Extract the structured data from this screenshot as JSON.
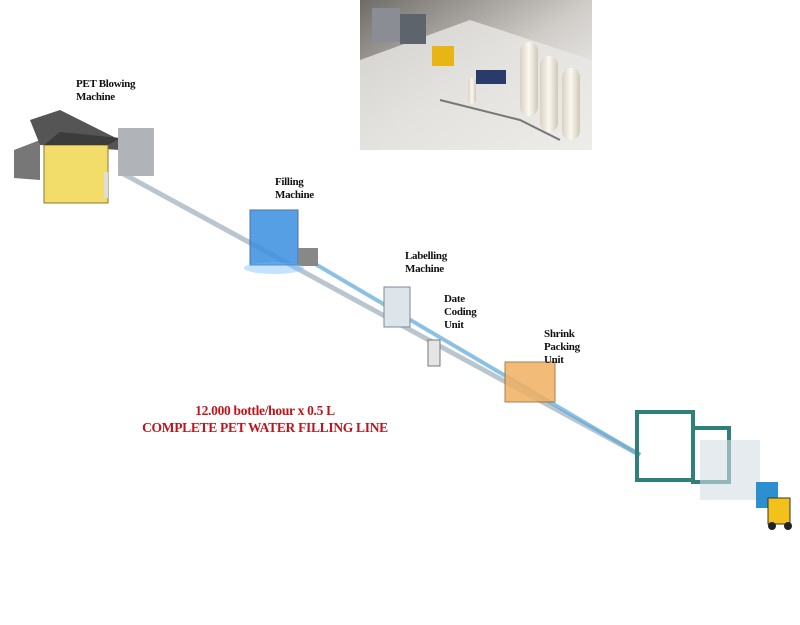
{
  "labels": {
    "pet_blowing": [
      "PET Blowing",
      "Machine"
    ],
    "filling": [
      "Filling",
      "Machine"
    ],
    "labelling": [
      "Labelling",
      "Machine"
    ],
    "date_coding": [
      "Date",
      "Coding",
      "Unit"
    ],
    "shrink_packing": [
      "Shrink",
      "Packing",
      "Unit"
    ]
  },
  "caption": {
    "line1": "12.000 bottle/hour x 0.5 L",
    "line2": "COMPLETE PET WATER FILLING LINE"
  },
  "colors": {
    "caption": "#c0141c",
    "filling_machine": "#3a8fe0",
    "blowing_machine": "#f2dc6a",
    "shrink_unit": "#f0b060",
    "palletizer": "#2f7f7a",
    "forklift": "#f2c21a"
  }
}
